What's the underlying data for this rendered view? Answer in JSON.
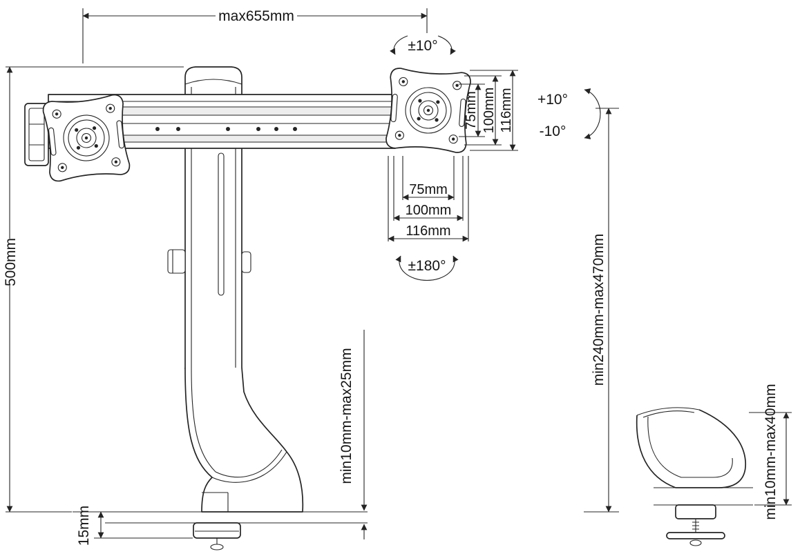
{
  "labels": {
    "width_max": "max655mm",
    "vesa_rotation": "±10°",
    "vesa_vertical": {
      "d75": "75mm",
      "d100": "100mm",
      "d116": "116mm"
    },
    "vesa_horizontal": {
      "d75": "75mm",
      "d100": "100mm",
      "d116": "116mm"
    },
    "tilt_up": "+10°",
    "tilt_down": "-10°",
    "swivel": "±180°",
    "pole_height": "500mm",
    "height_range": "min240mm-max470mm",
    "desk_thickness_range": "min10mm-max25mm",
    "base_plate_thickness": "15mm",
    "detail_clamp_range": "min10mm-max40mm"
  },
  "colors": {
    "line": "#242424",
    "text": "#141414",
    "background": "#ffffff",
    "slot_shade": "#ededed"
  }
}
